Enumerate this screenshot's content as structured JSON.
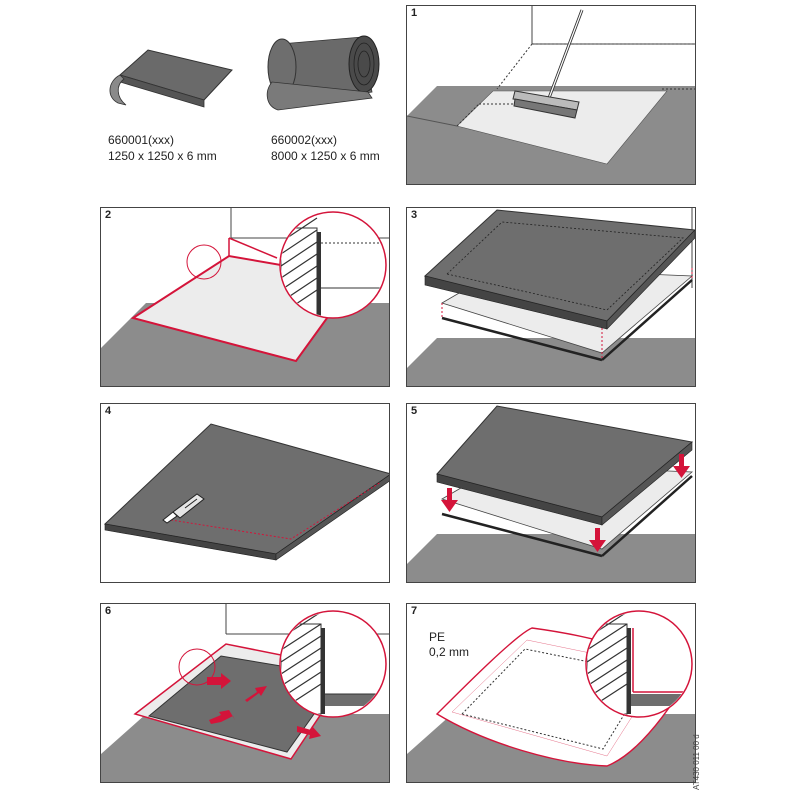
{
  "products": [
    {
      "code": "660001(xxx)",
      "size": "1250 x 1250 x 6 mm",
      "icon": "flat-sheet-icon"
    },
    {
      "code": "660002(xxx)",
      "size": "8000 x 1250 x 6 mm",
      "icon": "roll-icon"
    }
  ],
  "steps": [
    "1",
    "2",
    "3",
    "4",
    "5",
    "6",
    "7"
  ],
  "pe_label": {
    "line1": "PE",
    "line2": "0,2 mm"
  },
  "doc_ref": "AT430 011 00 d",
  "colors": {
    "floor": "#8c8c8c",
    "mat": "#6e6e6e",
    "mat_edge": "#3a3a3a",
    "light": "#ececec",
    "accent": "#d4143a"
  }
}
